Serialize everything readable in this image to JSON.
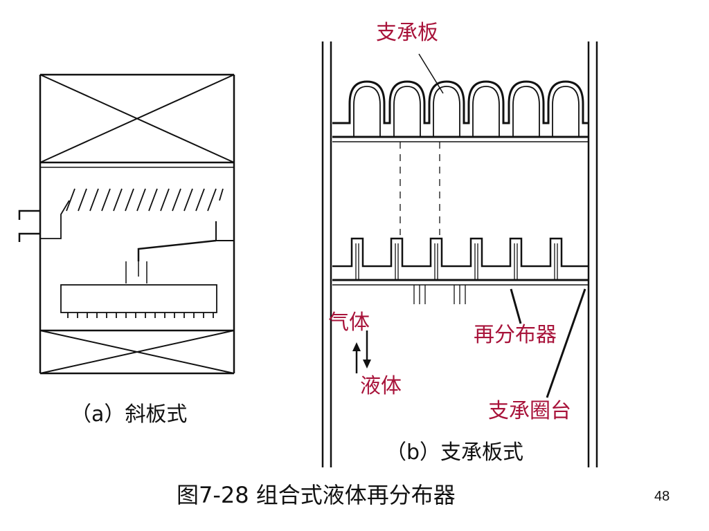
{
  "labels": {
    "support_plate": "支承板",
    "gas": "气体",
    "liquid": "液体",
    "redistributor": "再分布器",
    "support_ring": "支承圈台",
    "sub_a": "（a）斜板式",
    "sub_b": "（b）支承板式"
  },
  "caption": "图7-28 组合式液体再分布器",
  "page_number": "48",
  "colors": {
    "label_red": "#a8133a",
    "line": "#111111"
  }
}
